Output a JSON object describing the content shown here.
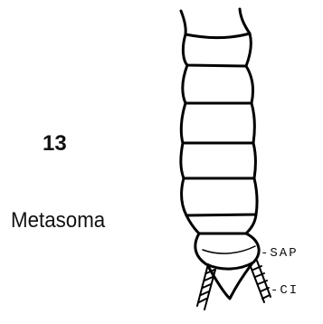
{
  "figure": {
    "number": "13",
    "caption": "Metasoma",
    "labels": {
      "sap": "-SAP",
      "ci": "-CI"
    }
  }
}
